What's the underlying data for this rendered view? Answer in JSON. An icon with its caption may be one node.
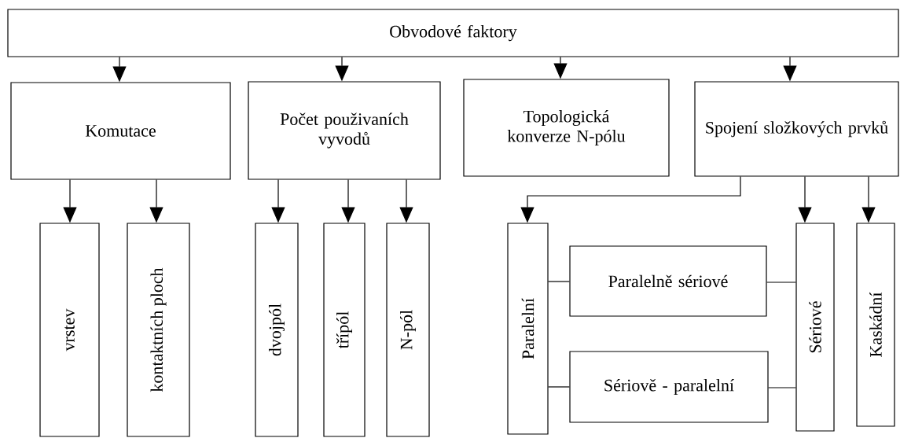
{
  "diagram": {
    "nodes": [
      {
        "text": [
          "Obvodové faktory"
        ]
      },
      {
        "text": [
          "Komutace"
        ]
      },
      {
        "text": [
          "Počet použivaních vyvodů"
        ]
      },
      {
        "text": [
          "Topologická konverze N-pólu"
        ]
      },
      {
        "text": [
          "Spojení složkových prvků"
        ]
      },
      {
        "text": [
          "vrstev"
        ]
      },
      {
        "text": [
          "kontaktních ploch"
        ]
      },
      {
        "text": [
          "dvojpól"
        ]
      },
      {
        "text": [
          "třípól"
        ]
      },
      {
        "text": [
          "N-pól"
        ]
      },
      {
        "text": [
          "Paralelní"
        ]
      },
      {
        "text": [
          "Paralelně sériové"
        ]
      },
      {
        "text": [
          "Sériově - paralelní"
        ]
      },
      {
        "text": [
          "Sériové"
        ]
      },
      {
        "text": [
          "Kaskádní"
        ]
      }
    ],
    "edges": [
      {
        "from": 0,
        "to": 1,
        "arrow": "to"
      },
      {
        "from": 0,
        "to": 2,
        "arrow": "to"
      },
      {
        "from": 0,
        "to": 3,
        "arrow": "to"
      },
      {
        "from": 0,
        "to": 4,
        "arrow": "to"
      },
      {
        "from": 1,
        "to": 5,
        "arrow": "to"
      },
      {
        "from": 1,
        "to": 6,
        "arrow": "to"
      },
      {
        "from": 2,
        "to": 7,
        "arrow": "to"
      },
      {
        "from": 2,
        "to": 8,
        "arrow": "to"
      },
      {
        "from": 2,
        "to": 9,
        "arrow": "to"
      },
      {
        "from": 4,
        "to": 10,
        "arrow": "to"
      },
      {
        "from": 4,
        "to": 13,
        "arrow": "to"
      },
      {
        "from": 4,
        "to": 14,
        "arrow": "to"
      },
      {
        "from": 10,
        "to": 11,
        "arrow": "none"
      },
      {
        "from": 11,
        "to": 13,
        "arrow": "none"
      },
      {
        "from": 10,
        "to": 12,
        "arrow": "none"
      },
      {
        "from": 12,
        "to": 13,
        "arrow": "none"
      }
    ]
  }
}
